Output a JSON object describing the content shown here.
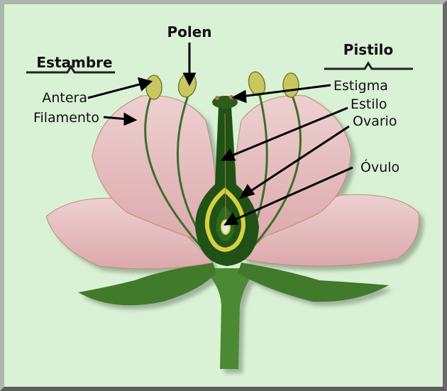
{
  "diagram": {
    "groups": {
      "stamen": "Estambre",
      "pistil": "Pistilo"
    },
    "labels": {
      "pollen": "Polen",
      "anther": "Antera",
      "filament": "Filamento",
      "stigma": "Estigma",
      "style": "Estilo",
      "ovary": "Ovario",
      "ovule": "Óvulo"
    },
    "colors": {
      "background": "#d9f2d5",
      "petal": "#e6b8b8",
      "green": "#3f7a2a",
      "dark_green": "#1f4d14",
      "yellow": "#d8d040"
    }
  }
}
